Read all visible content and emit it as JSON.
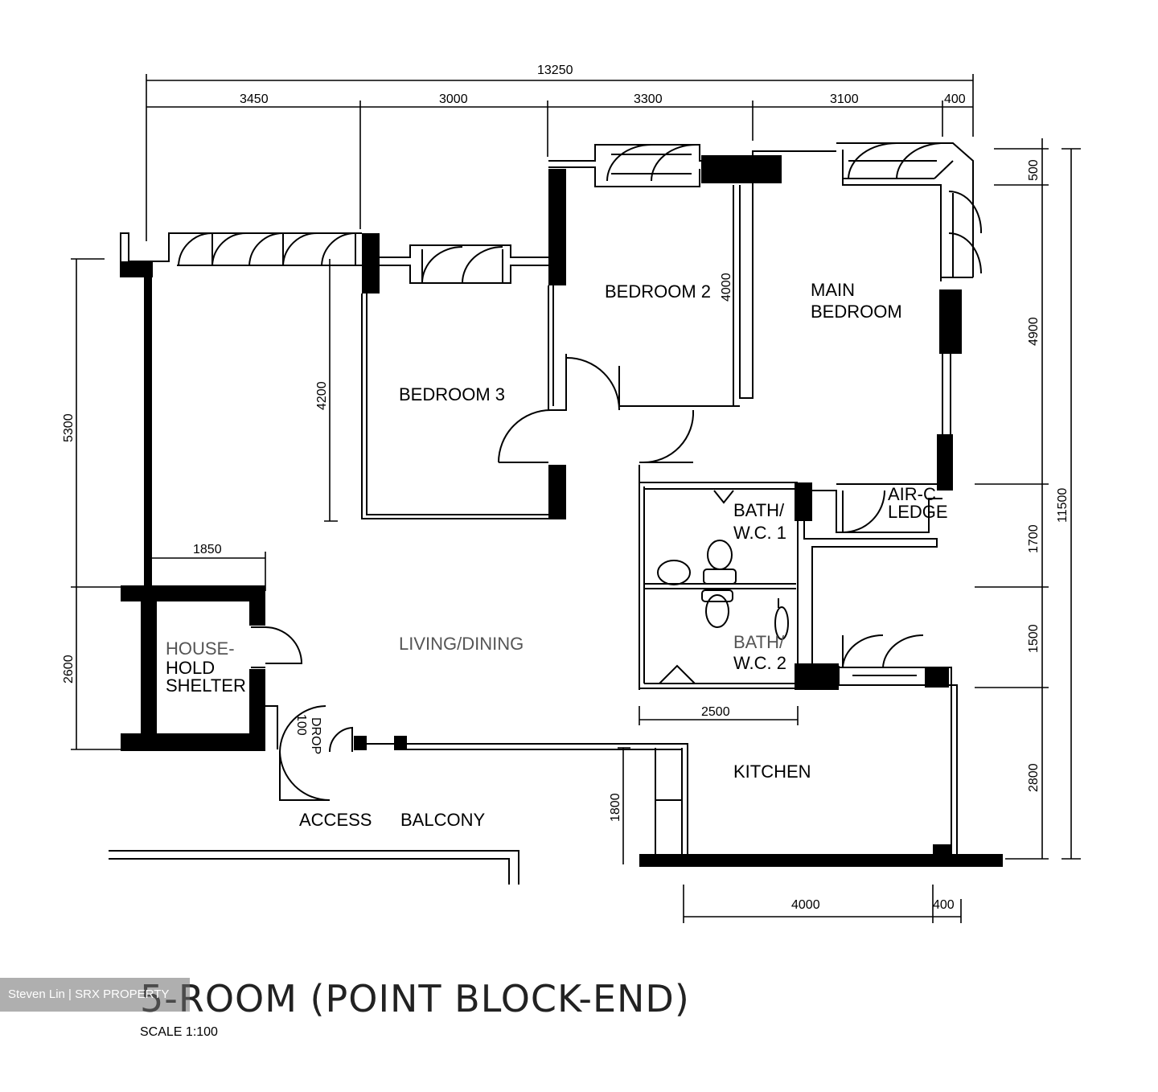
{
  "diagram": {
    "title": "5-ROOM (POINT BLOCK-END)",
    "scale": "SCALE   1:100",
    "watermark": "Steven Lin | SRX PROPERTY",
    "rooms": {
      "bedroom2": "BEDROOM  2",
      "bedroom3": "BEDROOM  3",
      "main_bedroom_line1": "MAIN",
      "main_bedroom_line2": "BEDROOM",
      "bath1_line1": "BATH/",
      "bath1_line2": "W.C.  1",
      "bath2_line1": "BATH/",
      "bath2_line2": "W.C.  2",
      "aircon_line1": "AIR-C",
      "aircon_line2": "LEDGE",
      "shelter_line1": "HOUSE-",
      "shelter_line2": "HOLD",
      "shelter_line3": "SHELTER",
      "living": "LIVING/DINING",
      "kitchen": "KITCHEN",
      "access": "ACCESS",
      "balcony": "BALCONY",
      "drop_line1": "100",
      "drop_line2": "DROP"
    },
    "dimensions": {
      "total_width": "13250",
      "w1": "3450",
      "w2": "3000",
      "w3": "3300",
      "w4": "3100",
      "w5": "400",
      "right_500": "500",
      "right_4900": "4900",
      "right_1700": "1700",
      "right_1500": "1500",
      "right_2800": "2800",
      "right_total": "11500",
      "left_5300": "5300",
      "left_2600": "2600",
      "bedroom2_4000": "4000",
      "bedroom3_4200": "4200",
      "shelter_1850": "1850",
      "bath_2500": "2500",
      "kitchen_1800": "1800",
      "bottom_4000": "4000",
      "bottom_400": "400"
    }
  }
}
